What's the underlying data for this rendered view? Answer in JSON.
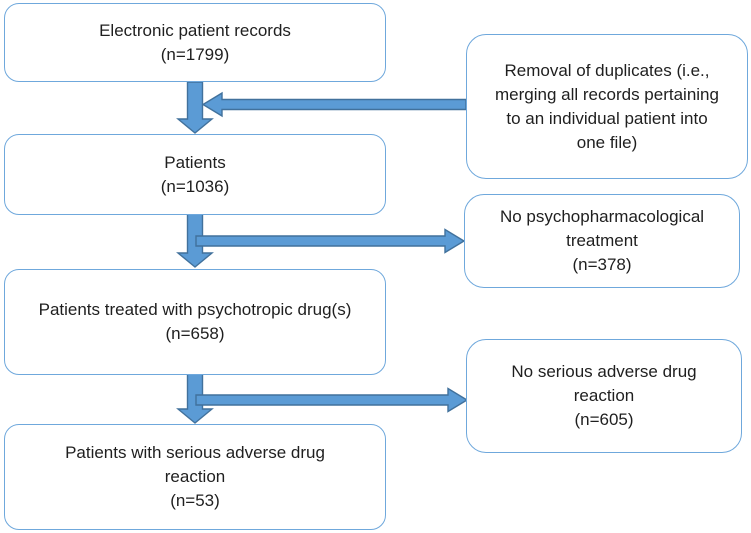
{
  "diagram": {
    "type": "flowchart",
    "colors": {
      "box_border": "#6FA8DC",
      "arrow_fill": "#5B9BD5",
      "arrow_outline": "#41719C",
      "text": "#1F1F1F",
      "background": "#FFFFFF"
    },
    "main_boxes": [
      {
        "id": "electronic-patient-records",
        "lines": [
          "Electronic patient records",
          "(n=1799)"
        ]
      },
      {
        "id": "patients",
        "lines": [
          "Patients",
          "(n=1036)"
        ]
      },
      {
        "id": "patients-treated-psychotropic",
        "lines": [
          "Patients treated with psychotropic drug(s)",
          "(n=658)"
        ]
      },
      {
        "id": "patients-serious-adr",
        "lines": [
          "Patients with serious adverse drug",
          "reaction",
          "(n=53)"
        ]
      }
    ],
    "side_boxes": [
      {
        "id": "removal-of-duplicates",
        "lines": [
          "Removal of duplicates (i.e.,",
          "merging all records pertaining",
          "to an individual patient into",
          "one file)"
        ]
      },
      {
        "id": "no-psychopharmacological-treatment",
        "lines": [
          "No psychopharmacological",
          "treatment",
          "(n=378)"
        ]
      },
      {
        "id": "no-serious-adr",
        "lines": [
          "No serious adverse drug",
          "reaction",
          "(n=605)"
        ]
      }
    ],
    "arrows": [
      {
        "id": "arrow-records-to-patients",
        "direction": "down",
        "from": "electronic-patient-records",
        "to": "patients"
      },
      {
        "id": "arrow-duplicates-into-flow",
        "direction": "left",
        "from": "removal-of-duplicates",
        "to": "arrow-records-to-patients"
      },
      {
        "id": "arrow-patients-to-treated",
        "direction": "down",
        "from": "patients",
        "to": "patients-treated-psychotropic"
      },
      {
        "id": "arrow-flow-to-no-treatment",
        "direction": "right",
        "from": "arrow-patients-to-treated",
        "to": "no-psychopharmacological-treatment"
      },
      {
        "id": "arrow-treated-to-serious-adr",
        "direction": "down",
        "from": "patients-treated-psychotropic",
        "to": "patients-serious-adr"
      },
      {
        "id": "arrow-flow-to-no-serious-adr",
        "direction": "right",
        "from": "arrow-treated-to-serious-adr",
        "to": "no-serious-adr"
      }
    ]
  }
}
